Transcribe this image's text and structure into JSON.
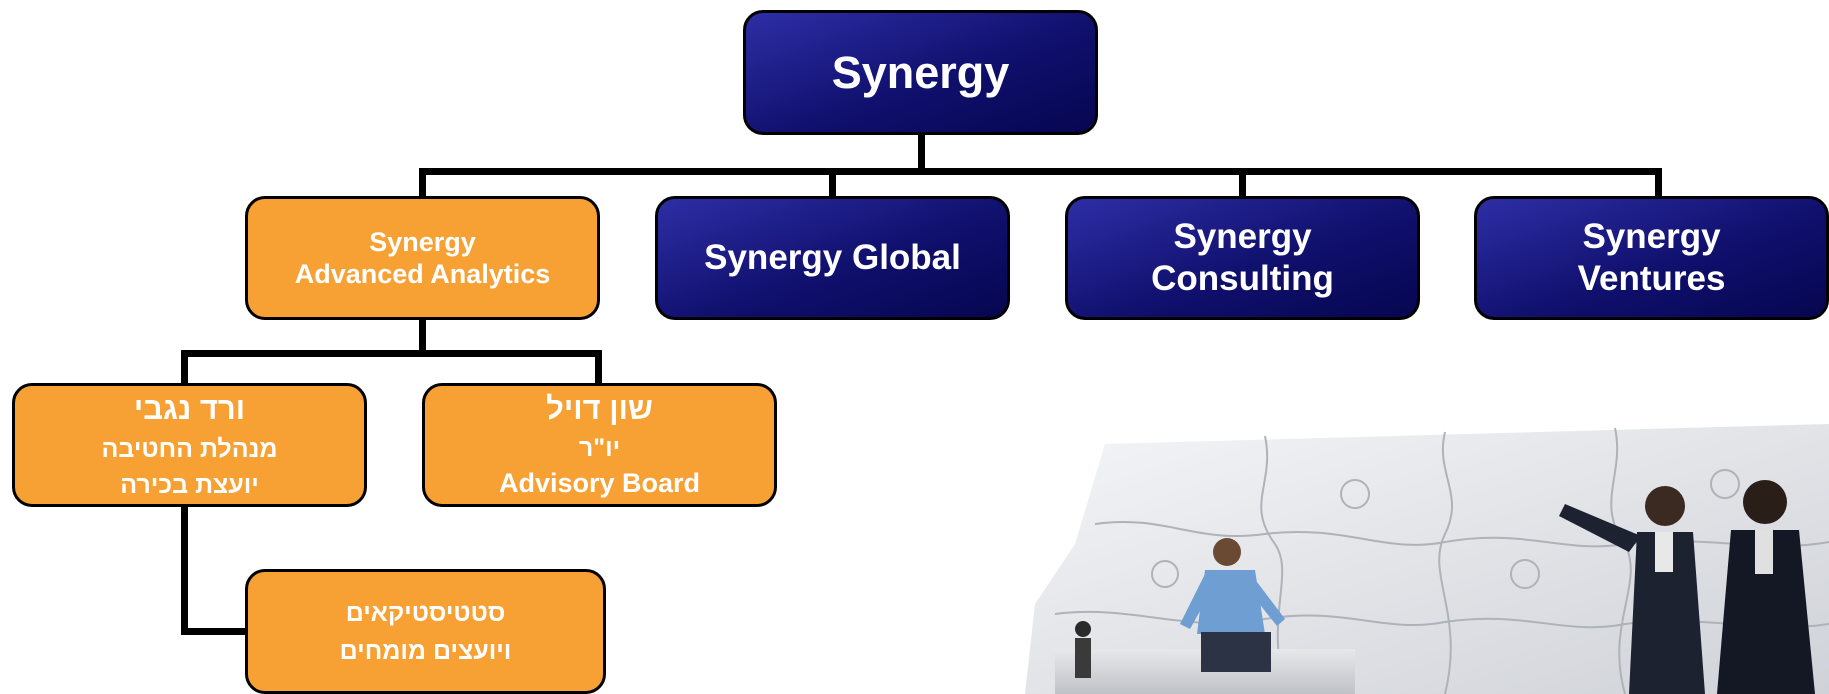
{
  "root": {
    "label": "Synergy"
  },
  "divisions": [
    {
      "lines": [
        "Synergy",
        "Advanced Analytics"
      ]
    },
    {
      "lines": [
        "Synergy Global"
      ]
    },
    {
      "lines": [
        "Synergy",
        "Consulting"
      ]
    },
    {
      "lines": [
        "Synergy",
        "Ventures"
      ]
    }
  ],
  "people": {
    "vered": {
      "name": "ורד נגבי",
      "line2": "מנהלת החטיבה",
      "line3": "יועצת בכירה"
    },
    "shon": {
      "name": "שון דויל",
      "line2": "יו\"ר",
      "line3": "Advisory Board"
    }
  },
  "staff": {
    "lines": [
      "סטטיסטיקאים",
      "ויועצים מומחים"
    ]
  },
  "colors": {
    "navy": "#10106e",
    "orange": "#f7a135",
    "line": "#000000"
  },
  "photo": {
    "description_icon": "business-team-puzzle-photo"
  }
}
